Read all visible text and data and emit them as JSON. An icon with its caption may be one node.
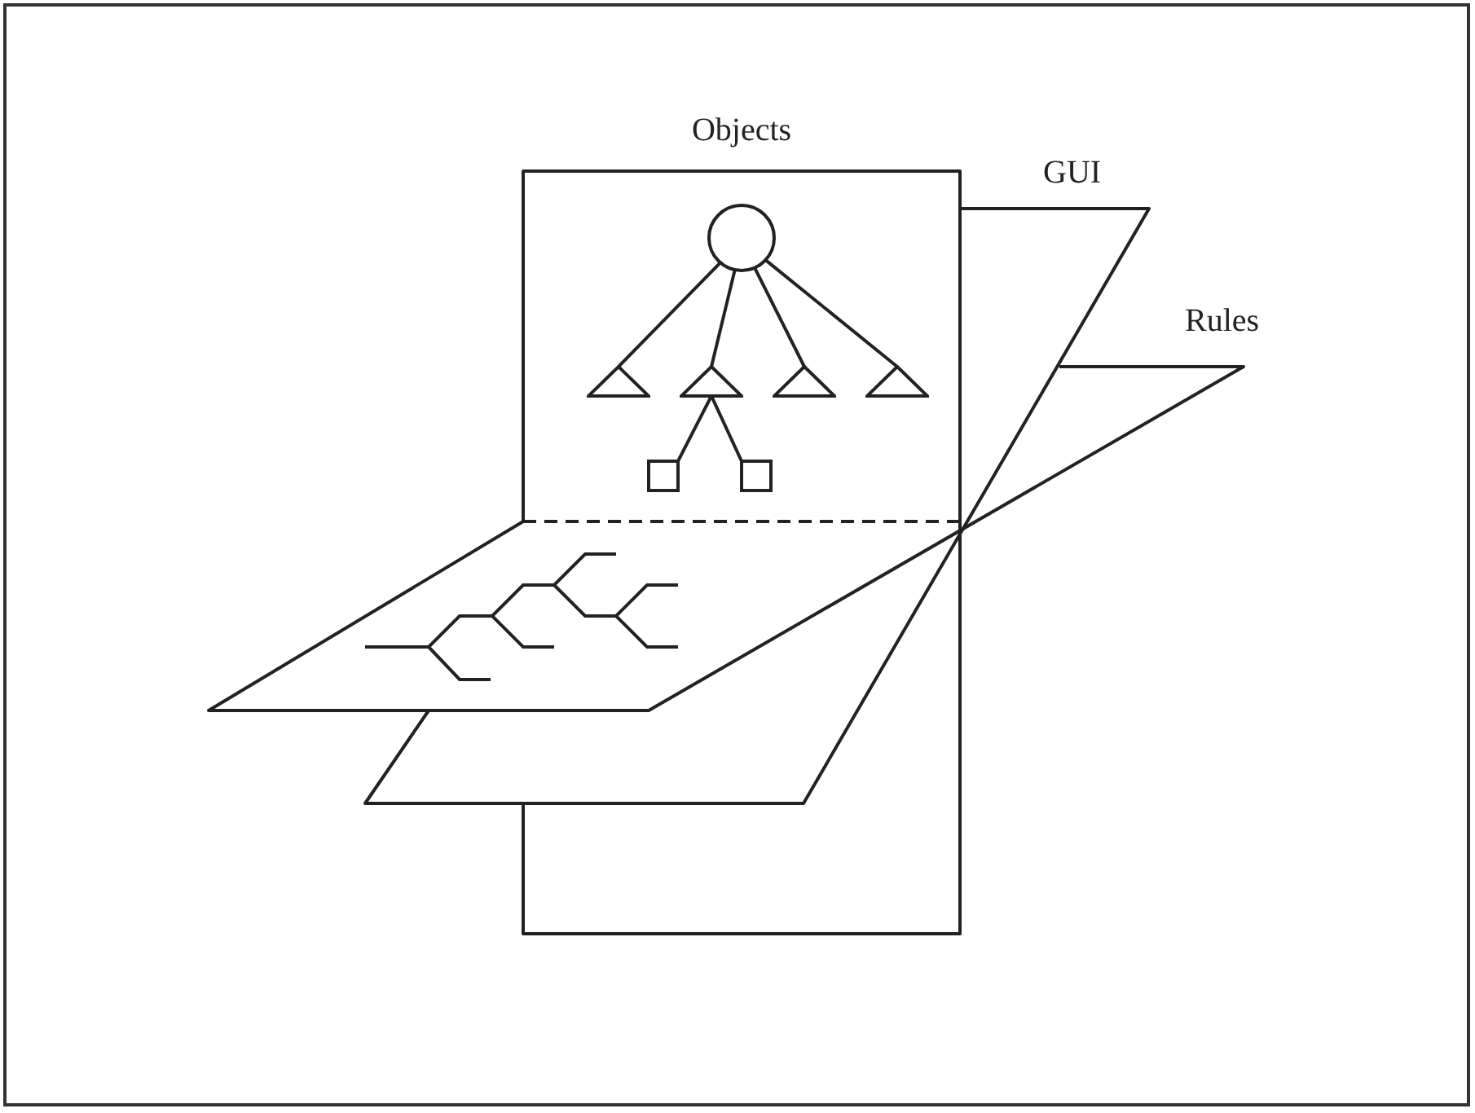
{
  "diagram": {
    "nodes": [
      {
        "text": [
          "Objects"
        ]
      },
      {
        "text": [
          "GUI"
        ]
      },
      {
        "text": [
          "Rules"
        ]
      },
      {
        "text": [],
        "shape": "circle",
        "in": 0
      },
      {
        "text": [],
        "shape": "triangle",
        "in": 0
      },
      {
        "text": [],
        "shape": "triangle",
        "in": 0
      },
      {
        "text": [],
        "shape": "triangle",
        "in": 0
      },
      {
        "text": [],
        "shape": "triangle",
        "in": 0
      },
      {
        "text": [],
        "shape": "box",
        "in": 0
      },
      {
        "text": [],
        "shape": "box",
        "in": 0
      }
    ],
    "edges": [
      {
        "from": 3,
        "to": 4,
        "arrow": "none"
      },
      {
        "from": 3,
        "to": 5,
        "arrow": "none"
      },
      {
        "from": 3,
        "to": 6,
        "arrow": "none"
      },
      {
        "from": 3,
        "to": 7,
        "arrow": "none"
      },
      {
        "from": 5,
        "to": 8,
        "arrow": "none"
      },
      {
        "from": 5,
        "to": 9,
        "arrow": "none"
      }
    ]
  }
}
